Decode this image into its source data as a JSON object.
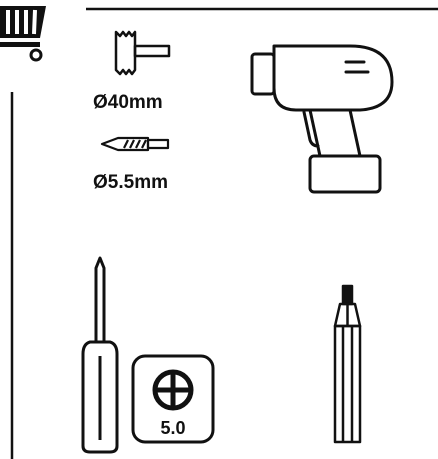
{
  "tools": {
    "hole_saw": {
      "label": "Ø40mm"
    },
    "drill_bit": {
      "label": "Ø5.5mm"
    },
    "phillips_bit": {
      "label": "5.0"
    }
  },
  "colors": {
    "ink": "#111111",
    "paper": "#ffffff"
  },
  "icons": [
    "cart-icon",
    "hole-saw-icon",
    "drill-bit-icon",
    "cordless-drill-icon",
    "screwdriver-icon",
    "phillips-bit-icon",
    "pencil-icon"
  ]
}
